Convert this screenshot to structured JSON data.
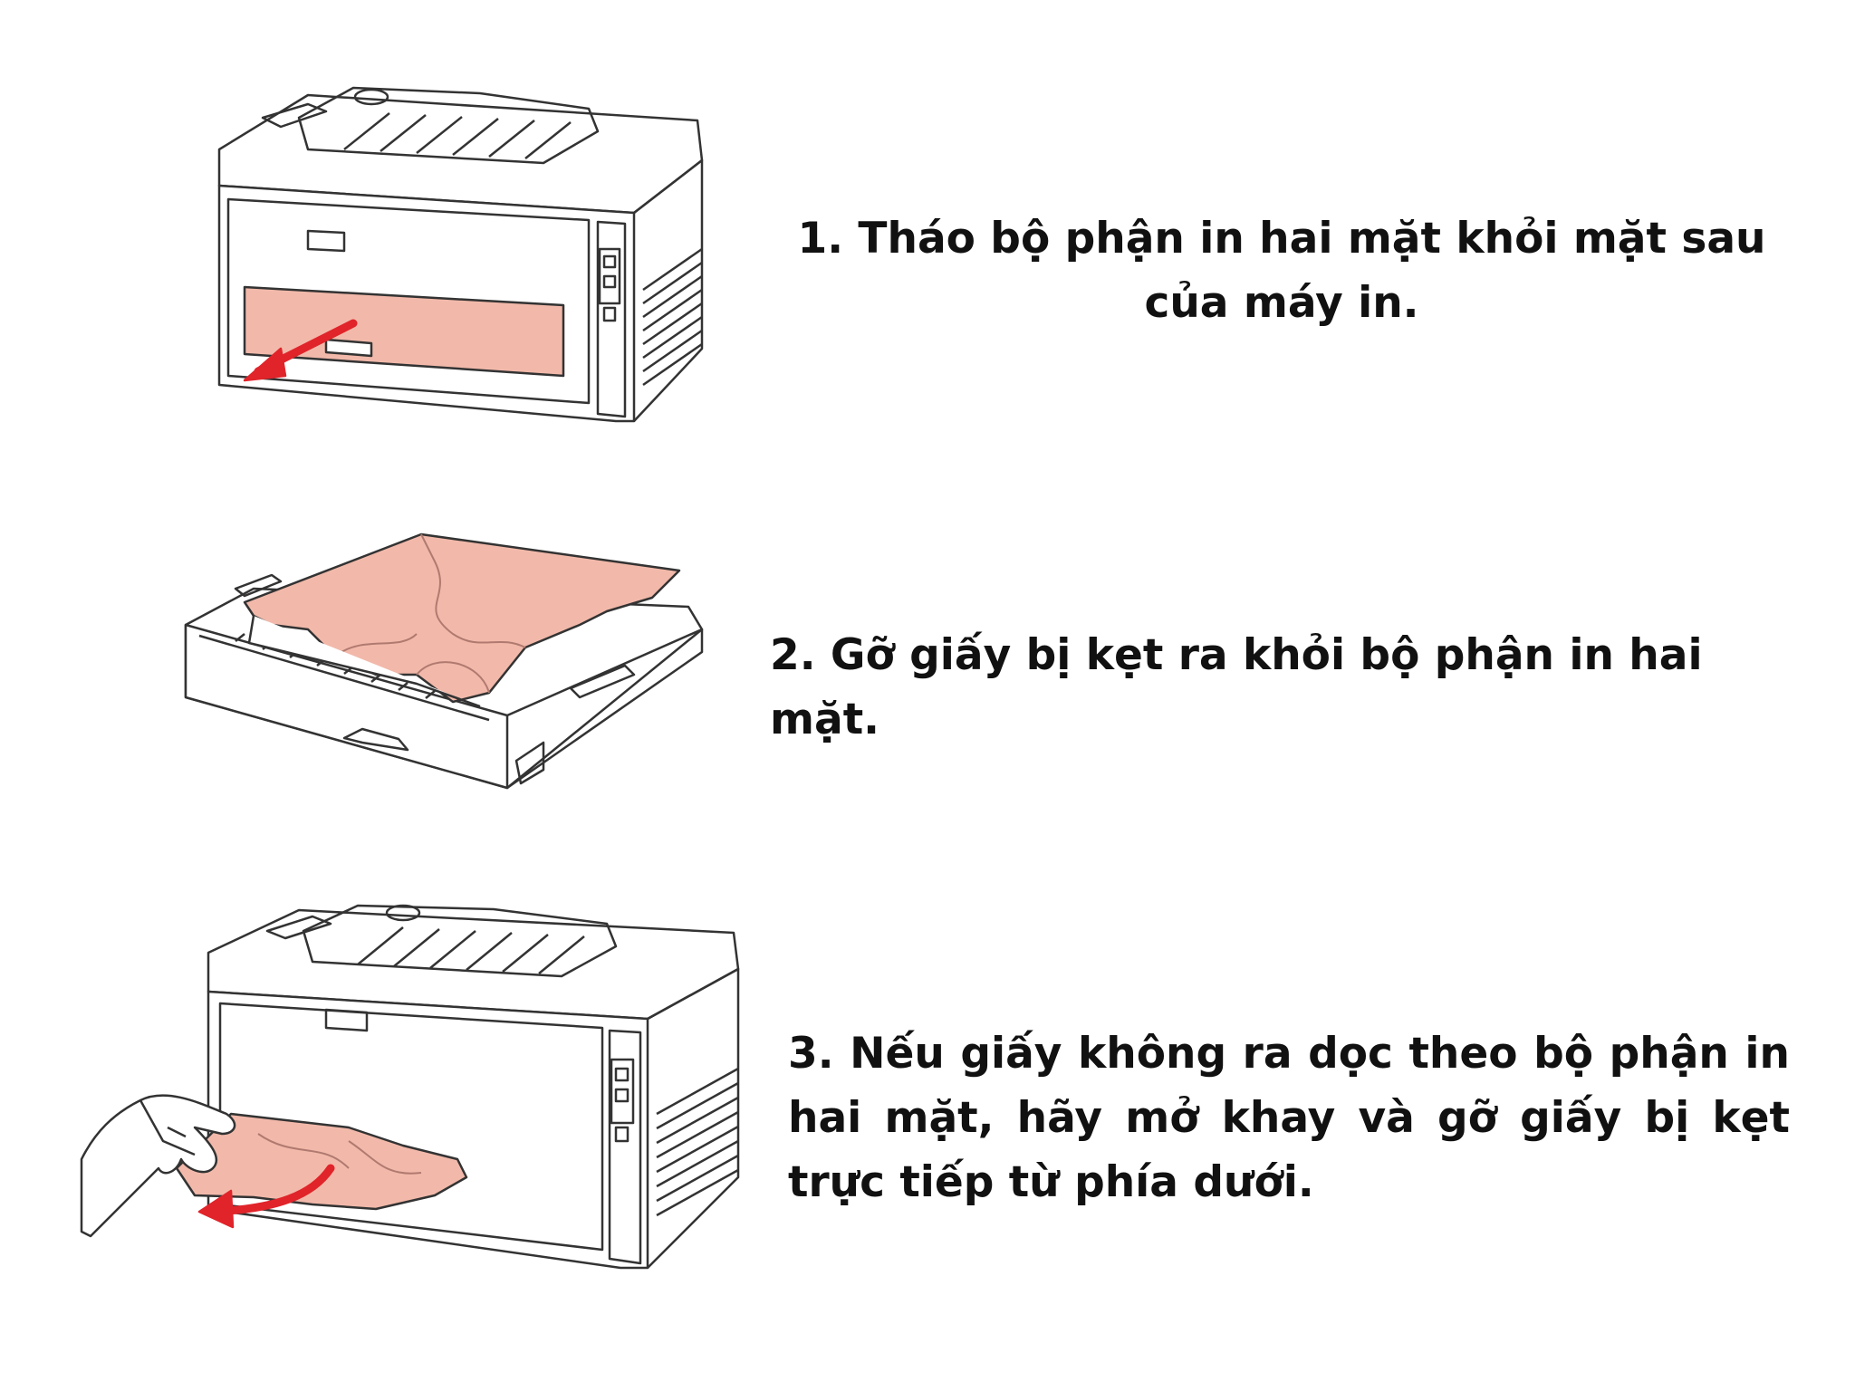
{
  "steps": [
    {
      "illustration_icon": "printer-rear-duplex-removal-icon",
      "text": "1. Tháo bộ phận in hai mặt khỏi mặt sau của máy in."
    },
    {
      "illustration_icon": "duplex-unit-jammed-paper-icon",
      "text": "2. Gỡ giấy bị kẹt ra khỏi bộ phận in hai mặt."
    },
    {
      "illustration_icon": "printer-hand-pulling-paper-icon",
      "text": "3. Nếu giấy không ra dọc theo bộ phận in hai mặt, hãy mở khay và gỡ giấy bị kẹt trực tiếp từ phía dưới."
    }
  ],
  "colors": {
    "highlight_paper": "#f2b9aa",
    "arrow": "#e0242a",
    "line_art": "#333333",
    "text": "#111111",
    "background": "#ffffff"
  }
}
